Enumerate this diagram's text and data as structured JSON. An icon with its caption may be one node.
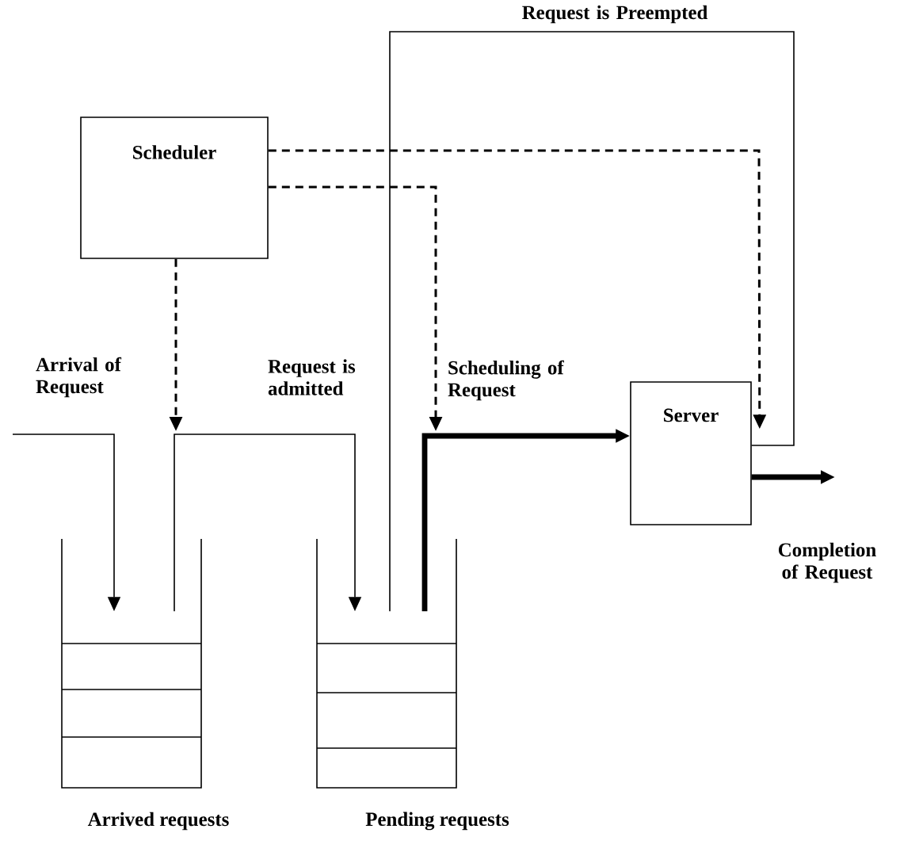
{
  "diagram": {
    "nodes": [
      {
        "text": [
          "Scheduler"
        ]
      },
      {
        "text": [
          "Server"
        ]
      },
      {
        "text": [
          "Arrived requests"
        ]
      },
      {
        "text": [
          "Pending requests"
        ]
      }
    ],
    "edges": [
      {
        "from": null,
        "to": 2,
        "arrow": "to",
        "label": "Arrival of Request"
      },
      {
        "from": 2,
        "to": 3,
        "arrow": "to",
        "label": "Request is admitted"
      },
      {
        "from": 3,
        "to": 1,
        "arrow": "to",
        "label": "Scheduling of Request",
        "style": "thick"
      },
      {
        "from": 1,
        "to": 3,
        "arrow": "none",
        "label": "Request is Preempted"
      },
      {
        "from": 1,
        "to": null,
        "arrow": "to",
        "label": "Completion of Request",
        "style": "thick"
      },
      {
        "from": 0,
        "to": null,
        "arrow": "to",
        "style": "dashed"
      },
      {
        "from": 0,
        "to": null,
        "arrow": "to",
        "style": "dashed"
      },
      {
        "from": 0,
        "to": 1,
        "arrow": "to",
        "style": "dashed"
      }
    ]
  }
}
